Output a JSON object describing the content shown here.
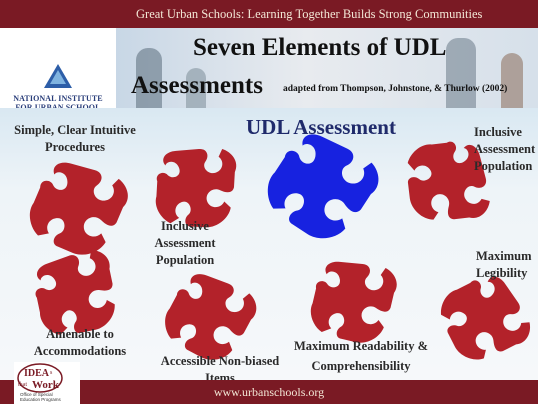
{
  "header": {
    "tagline": "Great Urban Schools:  Learning Together Builds Strong Communities"
  },
  "logo": {
    "text": "NATIONAL INSTITUTE FOR URBAN SCHOOL IMPROVEMENT"
  },
  "title": {
    "line1": "Seven Elements of UDL",
    "line2": "Assessments",
    "subtitle": "adapted from Thompson, Johnstone, & Thurlow (2002)"
  },
  "center_label": "UDL Assessment",
  "elements": {
    "simple_clear": "Simple, Clear Intuitive Procedures",
    "inclusive_mid": "Inclusive Assessment Population",
    "inclusive_right": "Inclusive Assessment Population",
    "maximum_legibility": "Maximum Legibility",
    "amenable": "Amenable to Accommodations",
    "accessible": "Accessible Non-biased Items",
    "readability": "Maximum Readability & Comprehensibility"
  },
  "footer": {
    "url": "www.urbanschools.org"
  },
  "idea_logo": {
    "text": "IDEAs that Work",
    "office": "Office of Special Education Programs"
  },
  "colors": {
    "puzzle_red": "#b3222a",
    "puzzle_blue": "#1722e0",
    "bar": "#7a1a24"
  }
}
